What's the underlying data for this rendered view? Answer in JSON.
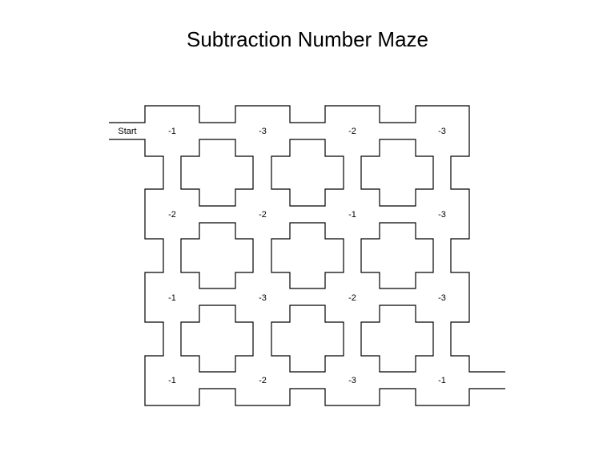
{
  "title": "Subtraction Number Maze",
  "start_label": "Start",
  "grid": {
    "rows": 4,
    "cols": 4,
    "cells": [
      [
        "-1",
        "-3",
        "-2",
        "-3"
      ],
      [
        "-2",
        "-2",
        "-1",
        "-3"
      ],
      [
        "-1",
        "-3",
        "-2",
        "-3"
      ],
      [
        "-1",
        "-2",
        "-3",
        "-1"
      ]
    ]
  }
}
